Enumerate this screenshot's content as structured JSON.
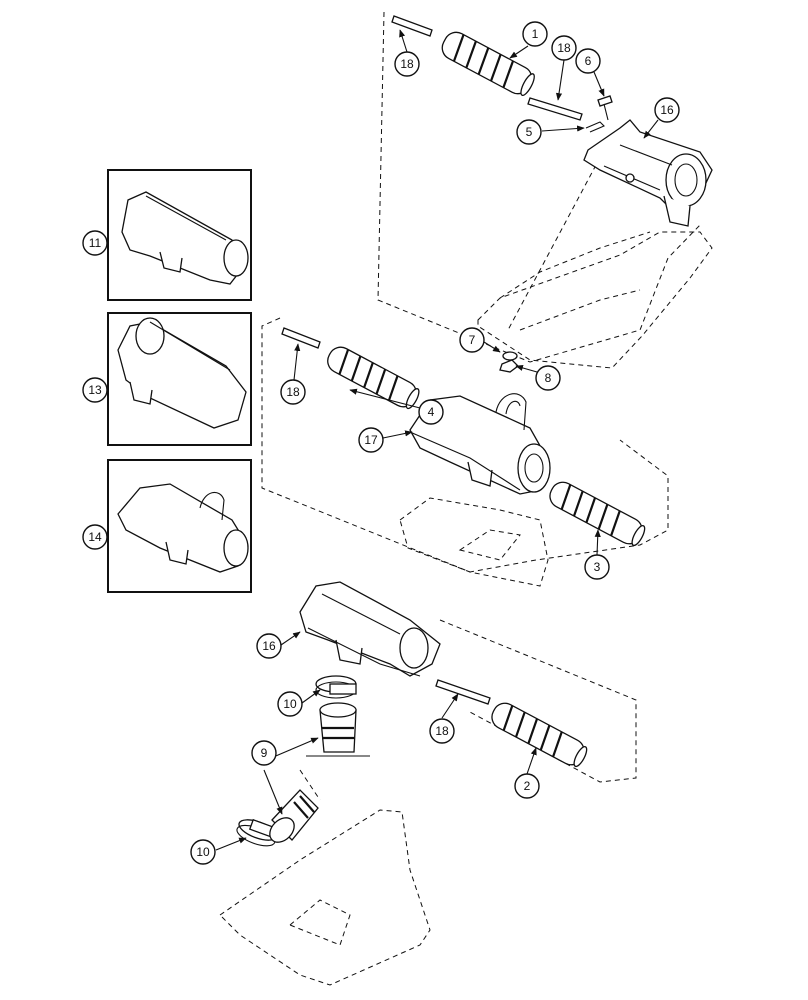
{
  "callouts": {
    "c1": "1",
    "c2": "2",
    "c3": "3",
    "c4": "4",
    "c5": "5",
    "c6": "6",
    "c7": "7",
    "c8": "8",
    "c9": "9",
    "c10a": "10",
    "c10b": "10",
    "c11": "11",
    "c13": "13",
    "c14": "14",
    "c16a": "16",
    "c16b": "16",
    "c17": "17",
    "c18a": "18",
    "c18b": "18",
    "c18c": "18",
    "c18d": "18"
  }
}
